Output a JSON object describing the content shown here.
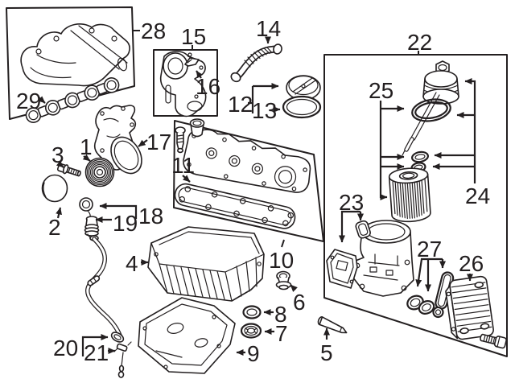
{
  "diagram": {
    "background": "#ffffff",
    "line_color": "#231f20",
    "callouts": {
      "c1": "1",
      "c2": "2",
      "c3": "3",
      "c4": "4",
      "c5": "5",
      "c6": "6",
      "c7": "7",
      "c8": "8",
      "c9": "9",
      "c10": "10",
      "c11": "11",
      "c12": "12",
      "c13": "13",
      "c14": "14",
      "c15": "15",
      "c16": "16",
      "c17": "17",
      "c18": "18",
      "c19": "19",
      "c20": "20",
      "c21": "21",
      "c22": "22",
      "c23": "23",
      "c24": "24",
      "c25": "25",
      "c26": "26",
      "c27": "27",
      "c28": "28",
      "c29": "29"
    }
  }
}
